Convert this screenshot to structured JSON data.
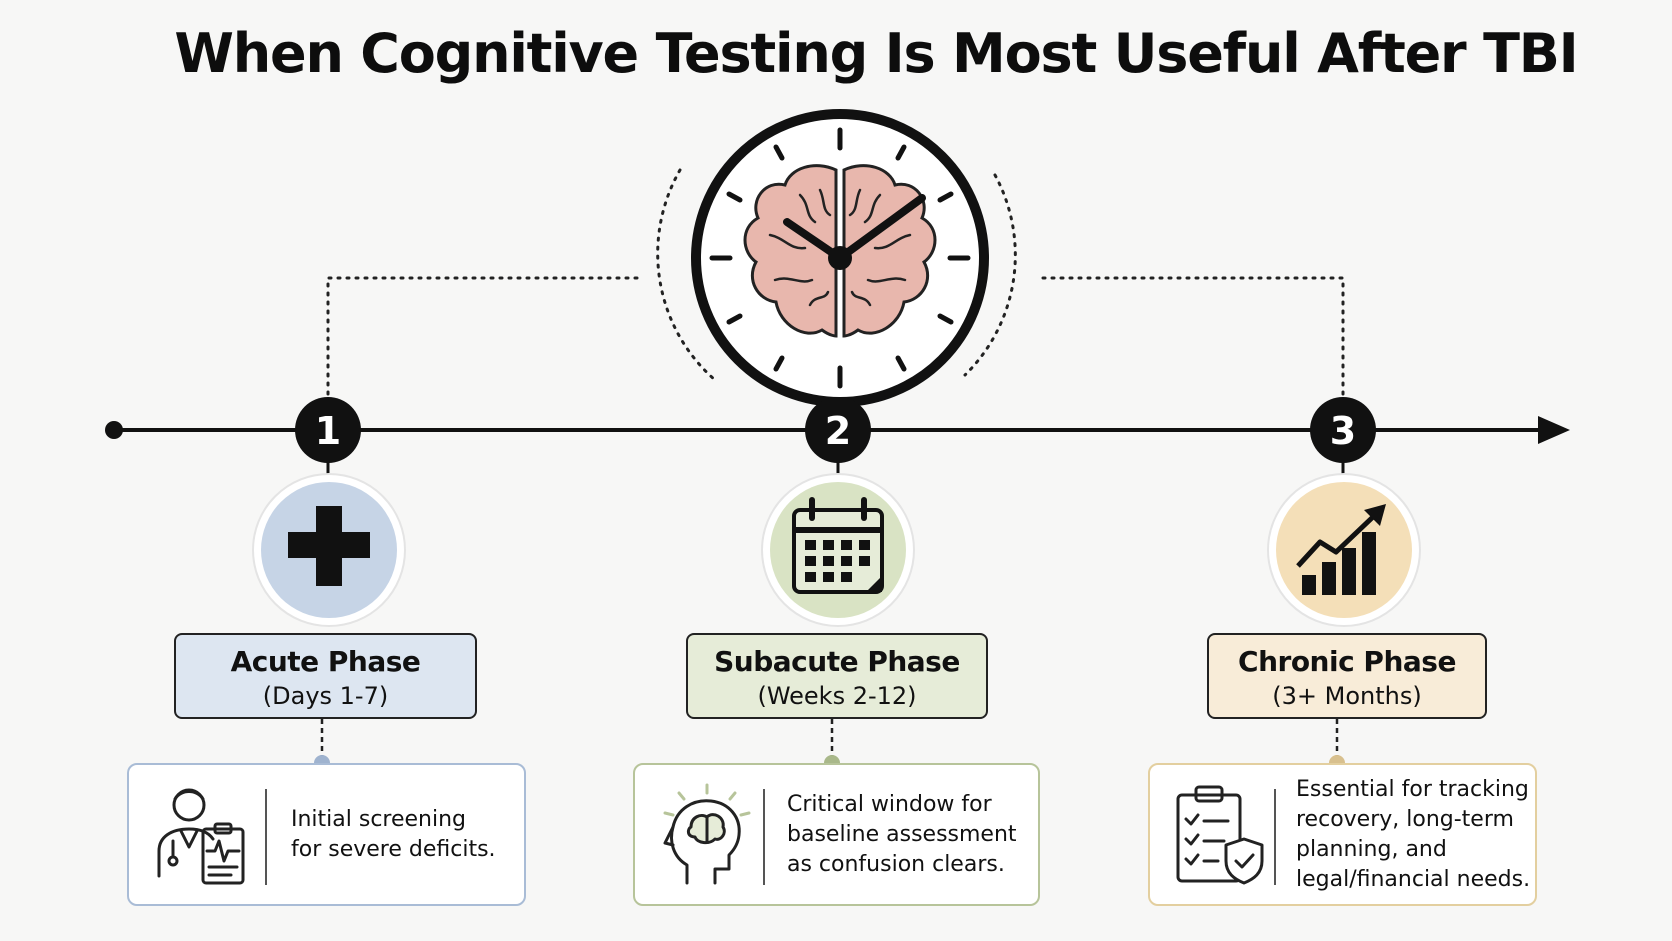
{
  "title": "When Cognitive Testing Is Most Useful After TBI",
  "colors": {
    "line": "#111111",
    "brain_fill": "#e8b7ad",
    "acute": "#c6d4e6",
    "subacute": "#d9e3c4",
    "chronic": "#f4dfb8"
  },
  "phases": [
    {
      "number": "1",
      "name": "Acute Phase",
      "range": "(Days 1-7)",
      "icon": "medical-cross-icon",
      "detail_icon": "clinician-clipboard-icon",
      "description": "Initial screening\nfor severe deficits."
    },
    {
      "number": "2",
      "name": "Subacute Phase",
      "range": "(Weeks 2-12)",
      "icon": "calendar-icon",
      "detail_icon": "head-brain-icon",
      "description": "Critical window for\nbaseline assessment\nas confusion clears."
    },
    {
      "number": "3",
      "name": "Chronic Phase",
      "range": "(3+ Months)",
      "icon": "growth-chart-icon",
      "detail_icon": "checklist-shield-icon",
      "description": "Essential for tracking\nrecovery, long-term\nplanning, and\nlegal/financial needs."
    }
  ],
  "center_icon": "brain-clock-icon"
}
